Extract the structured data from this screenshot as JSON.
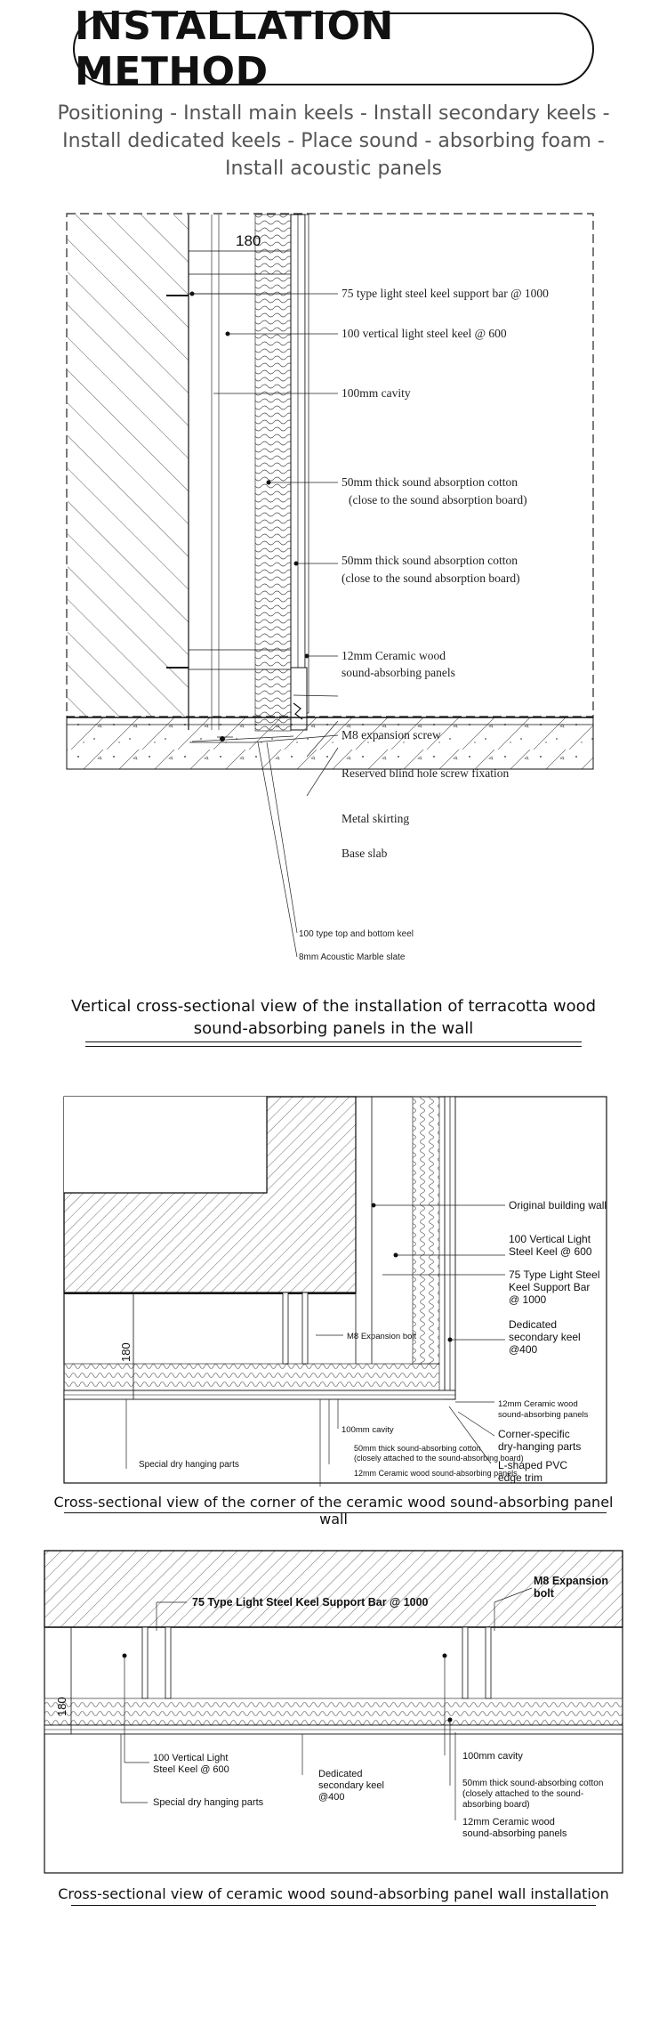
{
  "title": "INSTALLATION METHOD",
  "subtitle_lines": [
    "Positioning - Install main keels - Install secondary keels -",
    "Install dedicated keels - Place sound - absorbing foam -",
    "Install acoustic panels"
  ],
  "diagram1": {
    "dimension": "180",
    "labels": {
      "l1": "75 type light steel keel support bar @ 1000",
      "l2": "100 vertical light steel keel @ 600",
      "l3": "100mm cavity",
      "l4a": "50mm thick sound absorption cotton",
      "l4b": "(close to the sound absorption board)",
      "l5a": "50mm thick sound absorption cotton",
      "l5b": "(close to the sound absorption board)",
      "l6a": "12mm Ceramic wood",
      "l6b": "sound-absorbing panels",
      "l7": "M8 expansion screw",
      "l8": "Reserved blind hole screw fixation",
      "l9": "Metal skirting",
      "l10": "Base slab",
      "l11": "100 type top and bottom keel",
      "l12": "8mm Acoustic Marble slate"
    },
    "caption_lines": [
      "Vertical cross-sectional view of the installation of terracotta wood",
      "sound-absorbing panels in the wall"
    ]
  },
  "diagram2": {
    "dimension": "180",
    "labels": {
      "a1": "Original building wall",
      "a2a": "100 Vertical Light",
      "a2b": "Steel Keel @ 600",
      "a3a": "75 Type Light Steel",
      "a3b": "Keel Support Bar",
      "a3c": "@ 1000",
      "a4a": "Dedicated",
      "a4b": "secondary keel",
      "a4c": "@400",
      "a5a": "12mm Ceramic wood",
      "a5b": "sound-absorbing panels",
      "a6a": "Corner-specific",
      "a6b": "dry-hanging parts",
      "a7a": "L-shaped PVC",
      "a7b": "edge trim",
      "a8": "M8 Expansion bolt",
      "a9": "100mm cavity",
      "a10a": "50mm thick sound-absorbing cotton",
      "a10b": "(closely attached to the sound-absorbing board)",
      "a11": "12mm Ceramic wood sound-absorbing panels",
      "a12": "Special dry hanging parts"
    },
    "caption": "Cross-sectional view of the corner of the ceramic wood sound-absorbing panel wall"
  },
  "diagram3": {
    "dimension": "180",
    "labels": {
      "b1": "75 Type Light Steel Keel Support Bar @ 1000",
      "b2a": "M8 Expansion",
      "b2b": "bolt",
      "b3a": "100 Vertical Light",
      "b3b": "Steel Keel @ 600",
      "b4": "Special dry hanging parts",
      "b5a": "Dedicated",
      "b5b": "secondary keel",
      "b5c": "@400",
      "b6": "100mm cavity",
      "b7a": "50mm thick sound-absorbing cotton",
      "b7b": "(closely attached to the sound-",
      "b7c": "absorbing board)",
      "b8a": "12mm Ceramic wood",
      "b8b": "sound-absorbing panels"
    },
    "caption": "Cross-sectional view of ceramic wood sound-absorbing panel wall installation"
  }
}
